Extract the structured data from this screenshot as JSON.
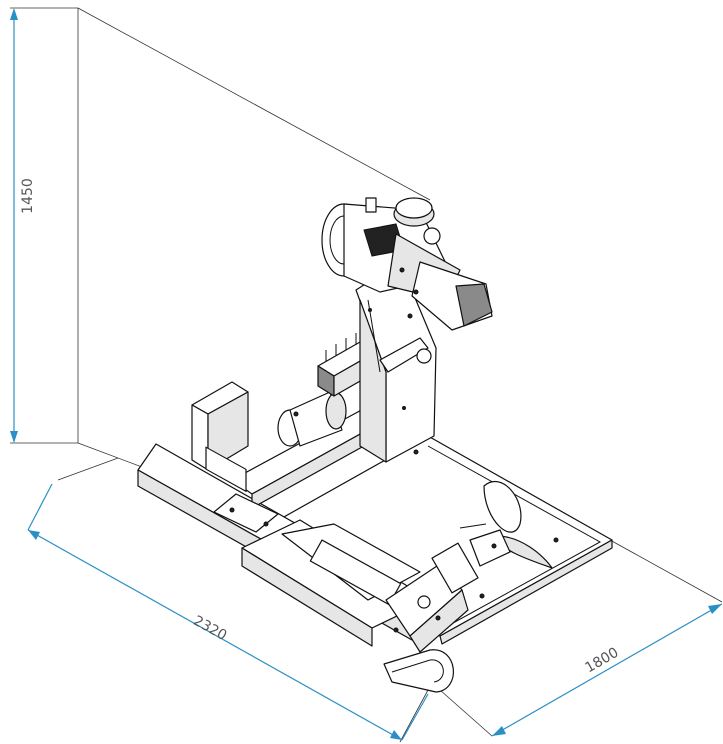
{
  "drawing": {
    "dimensions": {
      "height": "1450",
      "length": "2320",
      "width": "1800"
    },
    "colors": {
      "dimension_line": "#2a8fc4",
      "machine_outline": "#111111",
      "dimension_text": "#555555"
    }
  }
}
